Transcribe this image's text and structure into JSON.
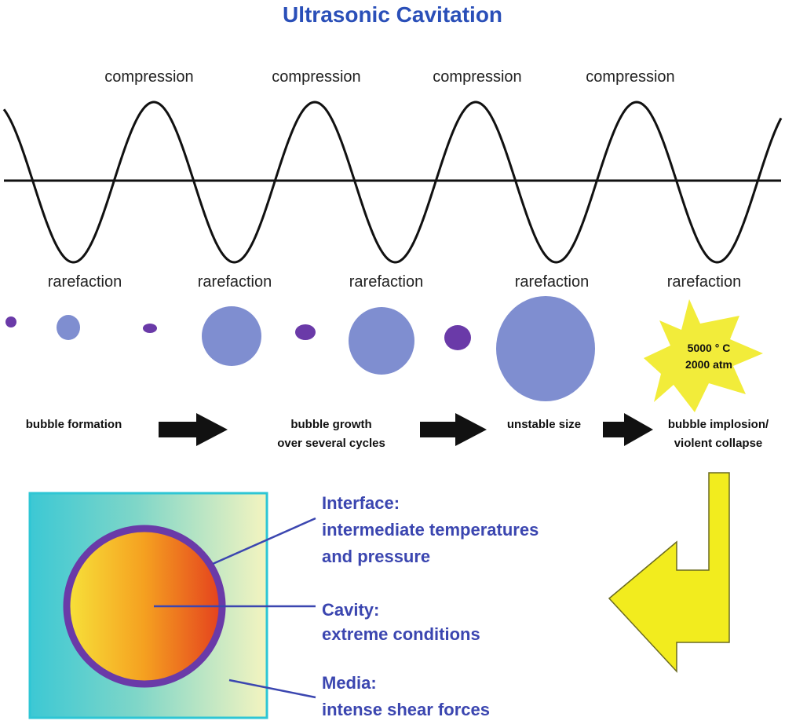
{
  "title": "Ultrasonic Cavitation",
  "wave": {
    "compression_labels": [
      "compression",
      "compression",
      "compression",
      "compression"
    ],
    "rarefaction_labels": [
      "rarefaction",
      "rarefaction",
      "rarefaction",
      "rarefaction",
      "rarefaction"
    ]
  },
  "stages": [
    {
      "line1": "bubble formation",
      "line2": ""
    },
    {
      "line1": "bubble growth",
      "line2": "over several cycles"
    },
    {
      "line1": "unstable size",
      "line2": ""
    },
    {
      "line1": "bubble implosion/",
      "line2": "violent collapse"
    }
  ],
  "implosion": {
    "temperature": "5000 ° C",
    "pressure": "2000 atm"
  },
  "zones": [
    {
      "title": "Interface:",
      "line1": "intermediate temperatures",
      "line2": "and pressure"
    },
    {
      "title": "Cavity:",
      "line1": "extreme conditions",
      "line2": ""
    },
    {
      "title": "Media:",
      "line1": "intense shear forces",
      "line2": ""
    }
  ],
  "colors": {
    "title": "#2a4fb8",
    "bubble": "#7f8ed0",
    "bubble_small": "#6a3aa8",
    "star": "#f2ec3a",
    "zone_text": "#3b46b0",
    "media_left": "#3cc8d4",
    "media_right": "#f2f2b8",
    "cavity_inner": "#f5d830",
    "cavity_outer": "#e84a20",
    "cavity_ring": "#6a3aa8"
  }
}
